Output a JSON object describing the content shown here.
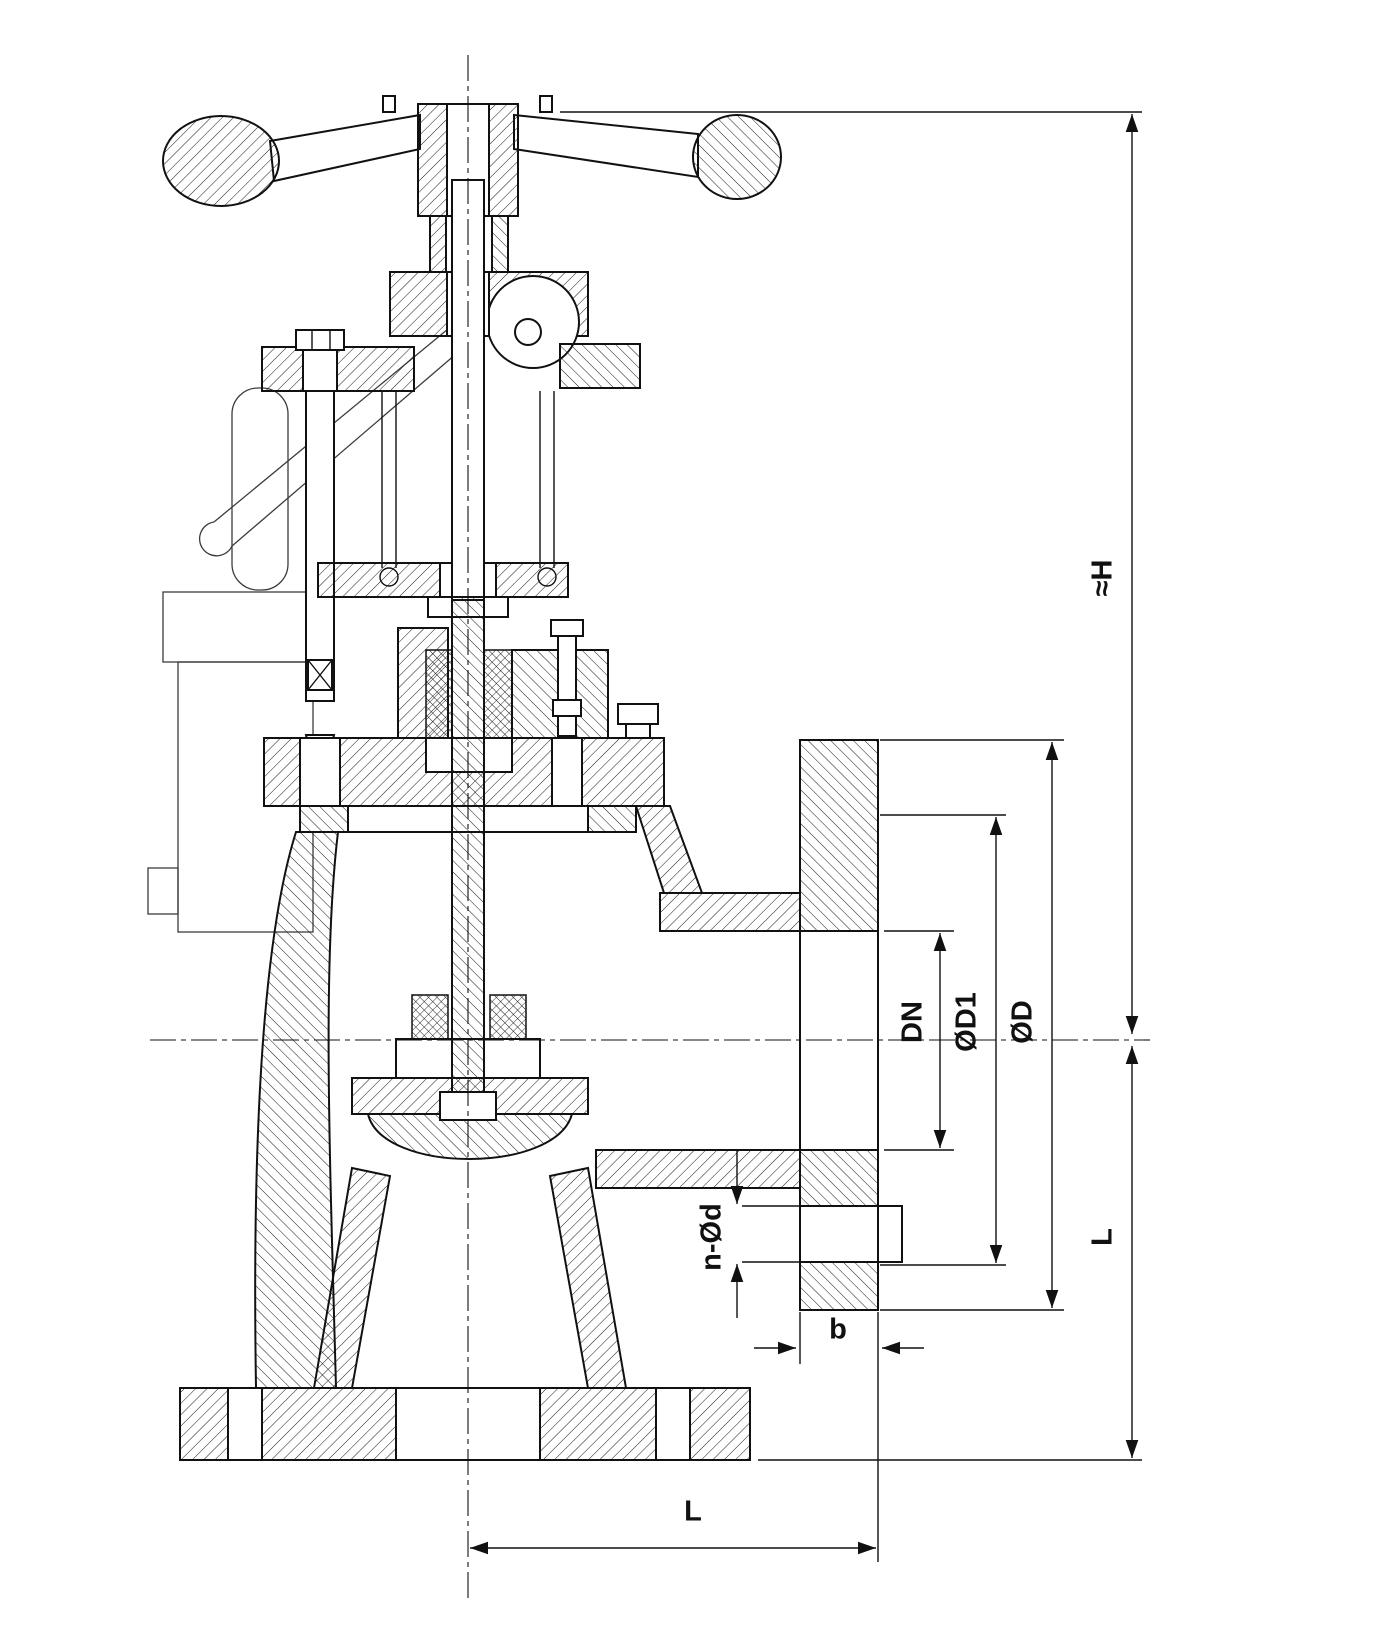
{
  "drawing": {
    "type": "technical-drawing",
    "subject": "Angle globe valve with handwheel, sectional view with flange dimensions",
    "background_color": "#ffffff",
    "line_color": "#111111",
    "phantom_line_color": "#3c3c3c"
  },
  "labels": {
    "height": "≈H",
    "bore": "DN",
    "bolt_circle": "ØD1",
    "outer_diameter": "ØD",
    "bolt_holes": "n-Ød",
    "flange_thickness": "b",
    "length_bottom": "L",
    "length_side": "L"
  }
}
